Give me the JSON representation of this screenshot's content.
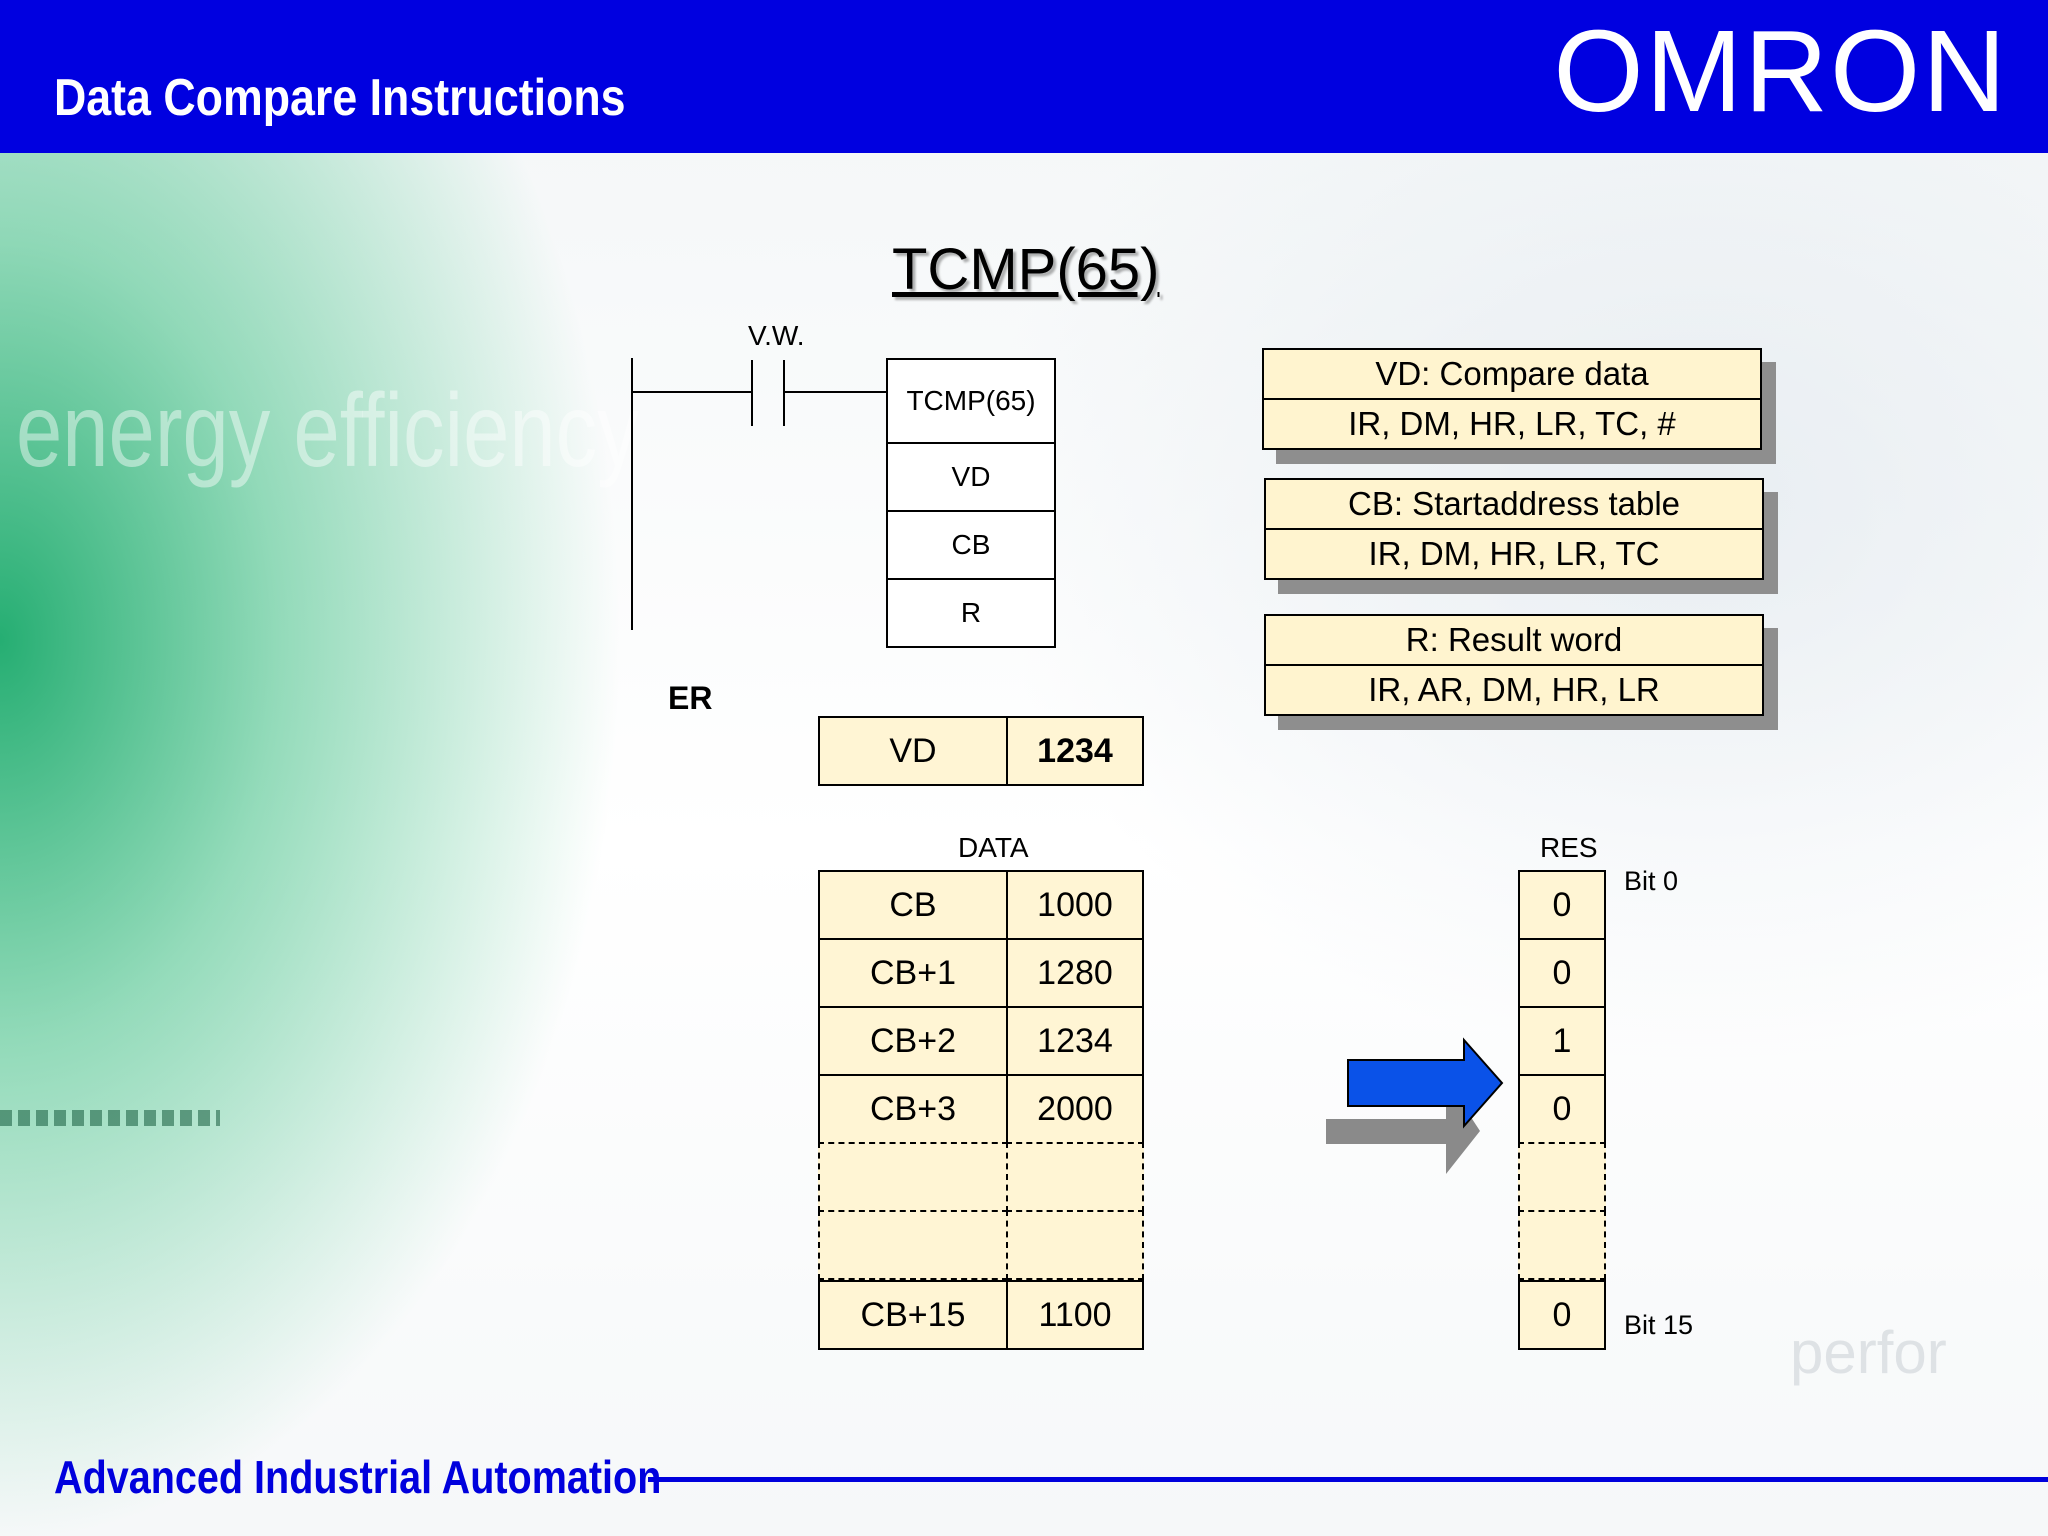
{
  "header": {
    "title": "Data Compare Instructions",
    "logo": "OMRON"
  },
  "background": {
    "word1": "energy efficiency",
    "word2": "perfor"
  },
  "diagram": {
    "title": "TCMP(65)",
    "contact_label": "V.W.",
    "er_label": "ER",
    "function_block": [
      "TCMP(65)",
      "VD",
      "CB",
      "R"
    ]
  },
  "operands": [
    {
      "title": "VD: Compare data",
      "types": "IR, DM, HR, LR, TC, #"
    },
    {
      "title": "CB: Startaddress table",
      "types": "IR, DM, HR, LR, TC"
    },
    {
      "title": "R: Result word",
      "types": "IR, AR, DM, HR, LR"
    }
  ],
  "vd_row": {
    "label": "VD",
    "value": "1234"
  },
  "data_table": {
    "header": "DATA",
    "rows": [
      {
        "label": "CB",
        "value": "1000"
      },
      {
        "label": "CB+1",
        "value": "1280"
      },
      {
        "label": "CB+2",
        "value": "1234"
      },
      {
        "label": "CB+3",
        "value": "2000"
      },
      {
        "label": "",
        "value": ""
      },
      {
        "label": "",
        "value": ""
      },
      {
        "label": "CB+15",
        "value": "1100"
      }
    ]
  },
  "result": {
    "header": "RES",
    "bit_top": "Bit 0",
    "bit_bottom": "Bit 15",
    "values": [
      "0",
      "0",
      "1",
      "0",
      "",
      "",
      "0"
    ]
  },
  "colors": {
    "header": "#0000e0",
    "cell_fill": "#fff5d4",
    "arrow": "#0a52e8",
    "footer": "#0000dd"
  },
  "footer": {
    "text": "Advanced Industrial Automation"
  }
}
